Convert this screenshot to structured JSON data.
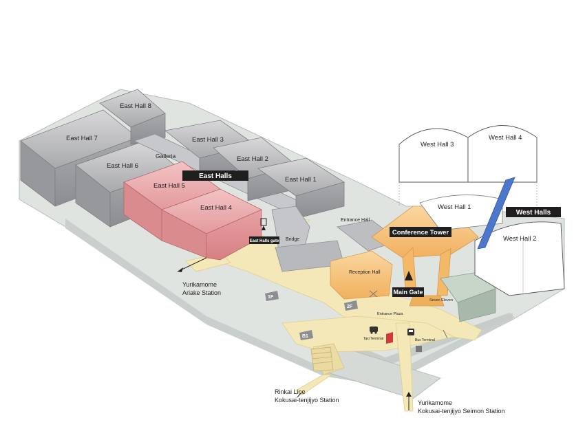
{
  "halls": {
    "east_hall_1": "East Hall 1",
    "east_hall_2": "East Hall 2",
    "east_hall_3": "East Hall 3",
    "east_hall_4": "East Hall 4",
    "east_hall_5": "East Hall 5",
    "east_hall_6": "East Hall 6",
    "east_hall_7": "East Hall 7",
    "east_hall_8": "East Hall 8",
    "west_hall_1": "West Hall 1",
    "west_hall_2": "West Hall 2",
    "west_hall_3": "West Hall 3",
    "west_hall_4": "West Hall 4"
  },
  "areas": {
    "galleria": "Galleria",
    "bridge": "Bridge",
    "entrance_hall": "Entrance Hall",
    "reception_hall": "Reception Hall",
    "entrance_plaza": "Entrance Plaza",
    "seven_eleven": "Seven Eleven",
    "taxi_terminal": "Taxi Terminal",
    "bus_terminal": "Bus Terminal"
  },
  "tags": {
    "east_halls": "East Halls",
    "west_halls": "West Halls",
    "conference_tower": "Conference Tower",
    "main_gate": "Main Gate",
    "east_halls_gate": "East Halls gate"
  },
  "floors": {
    "f1": "1F",
    "f2": "2F",
    "b1": "B1"
  },
  "stations": {
    "ariake_line1": "Yurikamome",
    "ariake_line2": "Ariake Station",
    "rinkai_line1": "Rinkai Line",
    "rinkai_line2": "Kokusai-tenjijyo Station",
    "seimon_line1": "Yurikamome",
    "seimon_line2": "Kokusai-tenjijyo Seimon Station"
  },
  "colors": {
    "hall_gray": "#b9b9bc",
    "hall_gray_dark": "#8f9094",
    "hall_highlight": "#e8a3a6",
    "walkway": "#f4e8b8",
    "conference": "#f7c27a",
    "ground": "#dfe4e1",
    "tag_bg": "#1f1f1f"
  }
}
